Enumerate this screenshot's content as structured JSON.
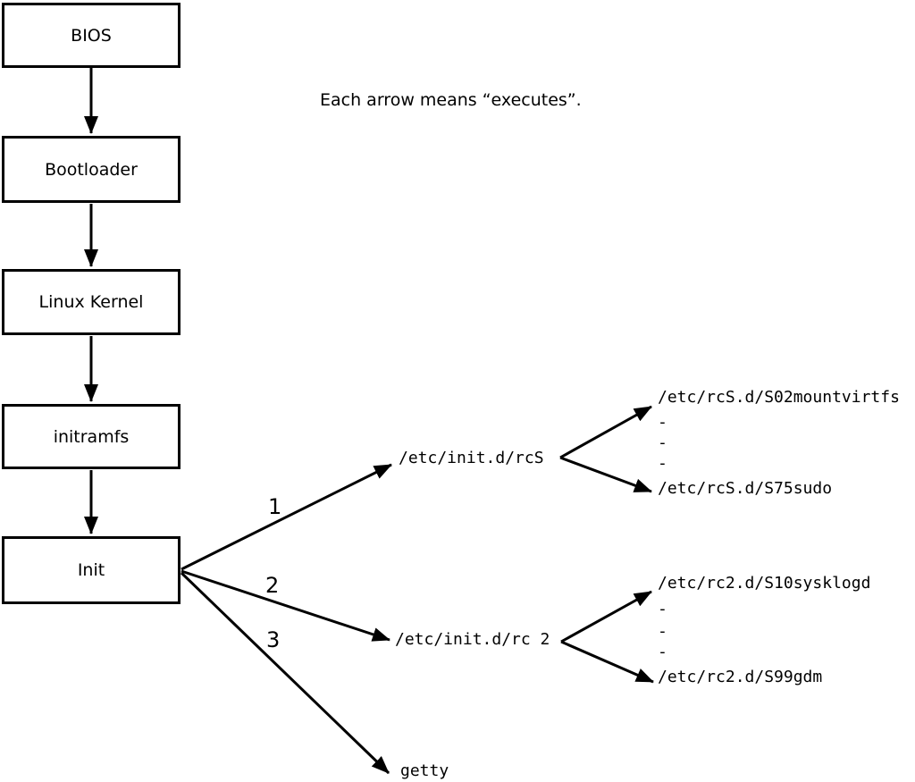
{
  "caption": "Each arrow means “executes”.",
  "boxes": [
    {
      "label": "BIOS"
    },
    {
      "label": "Bootloader"
    },
    {
      "label": "Linux Kernel"
    },
    {
      "label": "initramfs"
    },
    {
      "label": "Init"
    }
  ],
  "branches": [
    {
      "number": "1",
      "target": "/etc/init.d/rcS"
    },
    {
      "number": "2",
      "target": "/etc/init.d/rc 2"
    },
    {
      "number": "3",
      "target": "getty"
    }
  ],
  "fanouts": [
    {
      "first": "/etc/rcS.d/S02mountvirtfs",
      "dashes": [
        "-",
        "-",
        "-"
      ],
      "last": "/etc/rcS.d/S75sudo"
    },
    {
      "first": "/etc/rc2.d/S10sysklogd",
      "dashes": [
        "-",
        "-",
        "-"
      ],
      "last": "/etc/rc2.d/S99gdm"
    }
  ],
  "colors": {
    "line": "#000000",
    "background": "#ffffff"
  }
}
